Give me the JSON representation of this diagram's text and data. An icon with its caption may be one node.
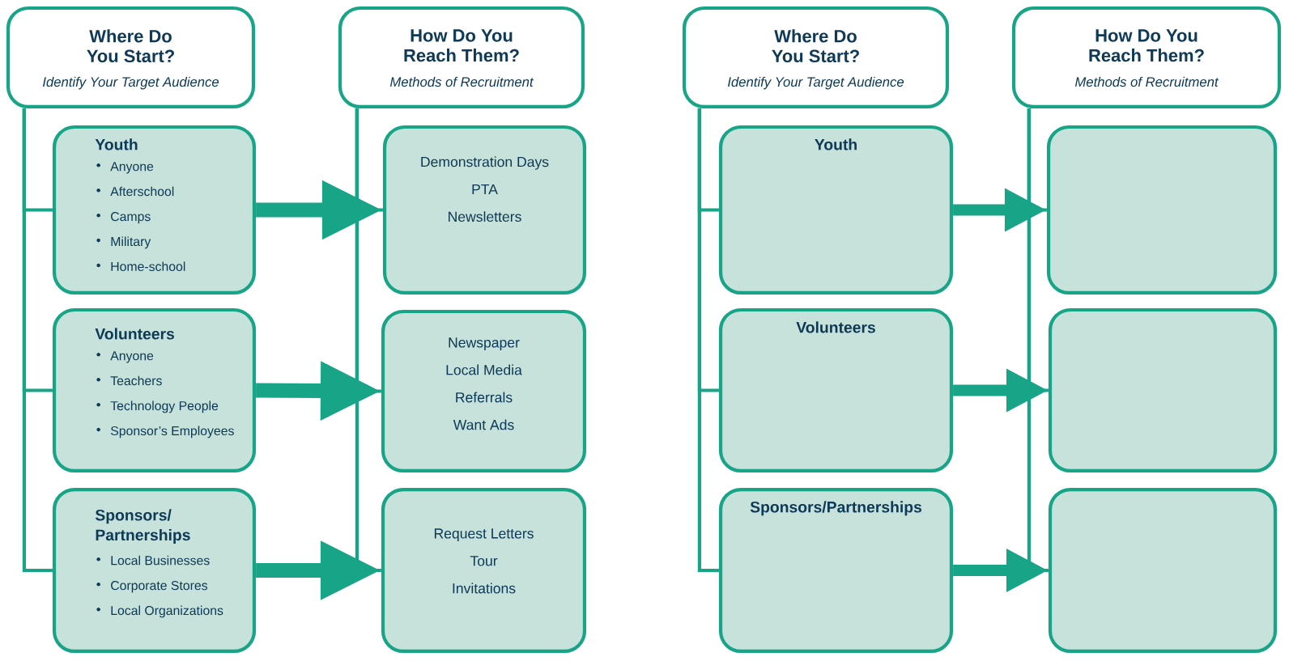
{
  "diagram": {
    "nodes": [
      {
        "text": [
          "Where Do You Start?",
          "Identify Your Target Audience"
        ]
      },
      {
        "text": [
          "How Do You Reach Them?",
          "Methods of Recruitment"
        ]
      },
      {
        "text": [
          "Youth",
          "Anyone",
          "Afterschool",
          "Camps",
          "Military",
          "Home-school"
        ]
      },
      {
        "text": [
          "Volunteers",
          "Anyone",
          "Teachers",
          "Technology People",
          "Sponsor’s Employees"
        ]
      },
      {
        "text": [
          "Sponsors/ Partnerships",
          "Local Businesses",
          "Corporate Stores",
          "Local Organizations"
        ]
      },
      {
        "text": [
          "Demonstration Days",
          "PTA",
          "Newsletters"
        ]
      },
      {
        "text": [
          "Newspaper",
          "Local Media",
          "Referrals",
          "Want Ads"
        ]
      },
      {
        "text": [
          "Request Letters",
          "Tour",
          "Invitations"
        ]
      },
      {
        "text": [
          "Where Do You Start?",
          "Identify Your Target Audience"
        ]
      },
      {
        "text": [
          "How Do You Reach Them?",
          "Methods of Recruitment"
        ]
      },
      {
        "text": [
          "Youth"
        ]
      },
      {
        "text": [
          "Volunteers"
        ]
      },
      {
        "text": [
          "Sponsors/Partnerships"
        ]
      },
      {
        "text": [],
        "shape": "box"
      },
      {
        "text": [],
        "shape": "box"
      },
      {
        "text": [],
        "shape": "box"
      }
    ],
    "edges": [
      {
        "from": 0,
        "to": 2,
        "arrow": "none"
      },
      {
        "from": 0,
        "to": 3,
        "arrow": "none"
      },
      {
        "from": 0,
        "to": 4,
        "arrow": "none"
      },
      {
        "from": 2,
        "to": 5,
        "arrow": "to",
        "style": "thick"
      },
      {
        "from": 3,
        "to": 6,
        "arrow": "to",
        "style": "thick"
      },
      {
        "from": 4,
        "to": 7,
        "arrow": "to",
        "style": "thick"
      },
      {
        "from": 1,
        "to": 5,
        "arrow": "none"
      },
      {
        "from": 1,
        "to": 6,
        "arrow": "none"
      },
      {
        "from": 1,
        "to": 7,
        "arrow": "none"
      },
      {
        "from": 8,
        "to": 10,
        "arrow": "none"
      },
      {
        "from": 8,
        "to": 11,
        "arrow": "none"
      },
      {
        "from": 8,
        "to": 12,
        "arrow": "none"
      },
      {
        "from": 10,
        "to": 13,
        "arrow": "to",
        "style": "thick"
      },
      {
        "from": 11,
        "to": 14,
        "arrow": "to",
        "style": "thick"
      },
      {
        "from": 12,
        "to": 15,
        "arrow": "to",
        "style": "thick"
      },
      {
        "from": 9,
        "to": 13,
        "arrow": "none"
      },
      {
        "from": 9,
        "to": 14,
        "arrow": "none"
      },
      {
        "from": 9,
        "to": 15,
        "arrow": "none"
      }
    ]
  }
}
